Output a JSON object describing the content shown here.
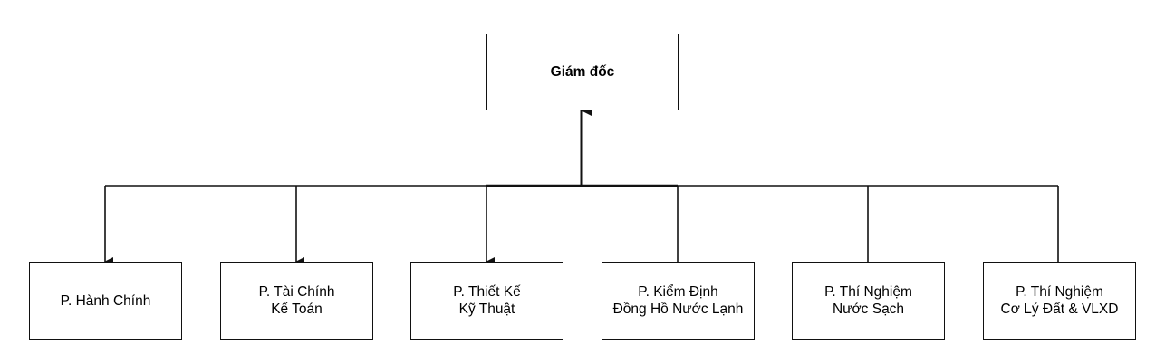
{
  "diagram": {
    "type": "org-chart",
    "root": {
      "label": "Giám đốc"
    },
    "departments": [
      {
        "lines": [
          "P. Hành Chính"
        ],
        "arrow": true
      },
      {
        "lines": [
          "P. Tài Chính",
          "Kế Toán"
        ],
        "arrow": true
      },
      {
        "lines": [
          "P. Thiết Kế",
          "Kỹ Thuật"
        ],
        "arrow": true
      },
      {
        "lines": [
          "P. Kiểm Định",
          "Đồng Hồ Nước Lạnh"
        ],
        "arrow": false
      },
      {
        "lines": [
          "P. Thí Nghiệm",
          "Nước Sạch"
        ],
        "arrow": false
      },
      {
        "lines": [
          "P. Thí Nghiệm",
          "Cơ Lý Đất & VLXD"
        ],
        "arrow": false
      }
    ],
    "colors": {
      "line": "#111111",
      "box_fill": "#ffffff",
      "text": "#000000"
    }
  }
}
